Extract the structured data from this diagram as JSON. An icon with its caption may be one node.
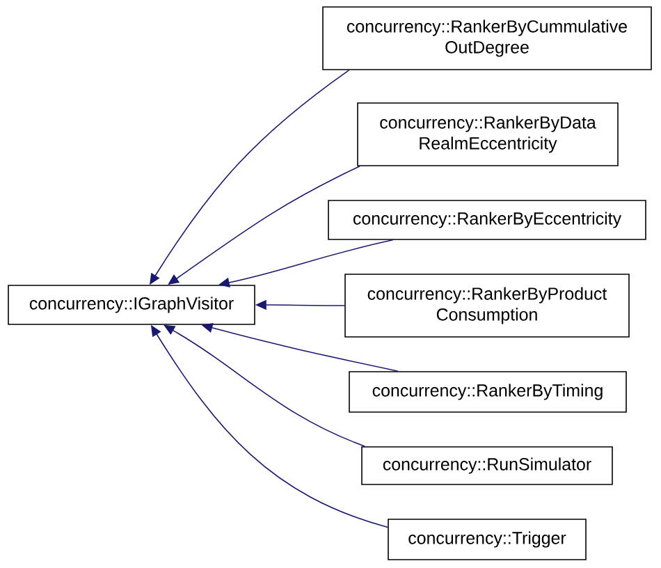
{
  "diagram": {
    "nodes": [
      {
        "text": [
          "concurrency::IGraphVisitor"
        ]
      },
      {
        "text": [
          "concurrency::RankerByCummulative OutDegree"
        ]
      },
      {
        "text": [
          "concurrency::RankerByData RealmEccentricity"
        ]
      },
      {
        "text": [
          "concurrency::RankerByEccentricity"
        ]
      },
      {
        "text": [
          "concurrency::RankerByProduct Consumption"
        ]
      },
      {
        "text": [
          "concurrency::RankerByTiming"
        ]
      },
      {
        "text": [
          "concurrency::RunSimulator"
        ]
      },
      {
        "text": [
          "concurrency::Trigger"
        ]
      }
    ],
    "edges": [
      {
        "from": 1,
        "to": 0,
        "arrow": "to"
      },
      {
        "from": 2,
        "to": 0,
        "arrow": "to"
      },
      {
        "from": 3,
        "to": 0,
        "arrow": "to"
      },
      {
        "from": 4,
        "to": 0,
        "arrow": "to"
      },
      {
        "from": 5,
        "to": 0,
        "arrow": "to"
      },
      {
        "from": 6,
        "to": 0,
        "arrow": "to"
      },
      {
        "from": 7,
        "to": 0,
        "arrow": "to"
      }
    ]
  }
}
